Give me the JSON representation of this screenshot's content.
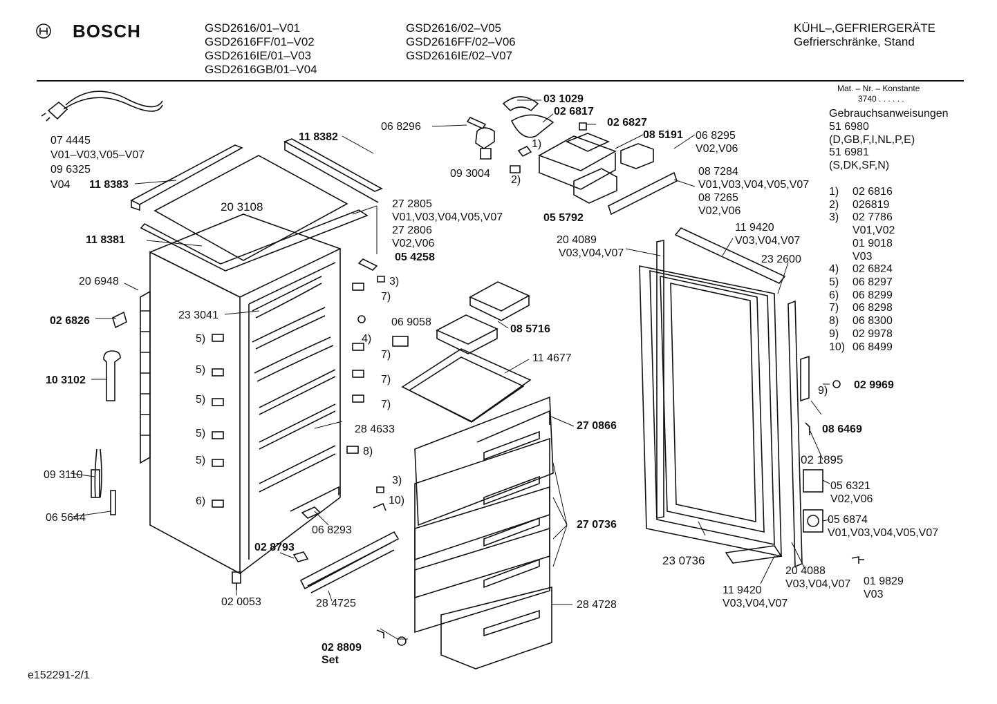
{
  "brand": "BOSCH",
  "models_col1": [
    "GSD2616/01–V01",
    "GSD2616FF/01–V02",
    "GSD2616IE/01–V03",
    "GSD2616GB/01–V04"
  ],
  "models_col2": [
    "GSD2616/02–V05",
    "GSD2616FF/02–V06",
    "GSD2616IE/02–V07"
  ],
  "category": [
    "KÜHL–,GEFRIERGERÄTE",
    "Gefrierschränke, Stand"
  ],
  "mat_header": "Mat. – Nr. – Konstante",
  "mat_value": "3740 . . . . . .",
  "manuals": [
    "Gebrauchsanweisungen",
    "51 6980",
    "(D,GB,F,I,NL,P,E)",
    "51 6981",
    "(S,DK,SF,N)"
  ],
  "legend": [
    {
      "n": "1)",
      "v": "02 6816"
    },
    {
      "n": "2)",
      "v": "026819"
    },
    {
      "n": "3)",
      "v": "02 7786"
    },
    {
      "n": "",
      "v": "V01,V02"
    },
    {
      "n": "",
      "v": "01 9018"
    },
    {
      "n": "",
      "v": "V03"
    },
    {
      "n": "4)",
      "v": "02 6824"
    },
    {
      "n": "5)",
      "v": "06 8297"
    },
    {
      "n": "6)",
      "v": "06 8299"
    },
    {
      "n": "7)",
      "v": "06 8298"
    },
    {
      "n": "8)",
      "v": "06 8300"
    },
    {
      "n": "9)",
      "v": "02 9978"
    },
    {
      "n": "10)",
      "v": "06 8499"
    }
  ],
  "labels": {
    "p074445": "07 4445",
    "v01v03": "V01–V03,V05–V07",
    "p096325": "09 6325",
    "v04a": "V04",
    "p118383": "11 8383",
    "p118382": "11 8382",
    "p203108": "20 3108",
    "p272805": "27 2805",
    "v272805": "V01,V03,V04,V05,V07",
    "p272806": "27 2806",
    "v272806": "V02,V06",
    "p118381": "11 8381",
    "p054258": "05 4258",
    "p206948": "20 6948",
    "p233041": "23 3041",
    "p026826": "02 6826",
    "p103102": "10 3102",
    "p093110": "09 3110",
    "p065644": "06 5644",
    "p028793": "02 8793",
    "p020053": "02 0053",
    "p284725": "28 4725",
    "p028809": "02 8809",
    "set": "Set",
    "p284633": "28 4633",
    "p068293": "06 8293",
    "p069058": "06 9058",
    "p085716": "08 5716",
    "p114677": "11 4677",
    "p270866": "27 0866",
    "p270736": "27 0736",
    "p284728": "28 4728",
    "p031029": "03 1029",
    "p026817": "02 6817",
    "p026827": "02 6827",
    "p068296": "06 8296",
    "p093004": "09 3004",
    "p085191": "08 5191",
    "p068295": "06 8295",
    "v068295": "V02,V06",
    "p087284": "08 7284",
    "v087284": "V01,V03,V04,V05,V07",
    "p087265": "08 7265",
    "v087265": "V02,V06",
    "p055792": "05 5792",
    "p204089": "20 4089",
    "v204089": "V03,V04,V07",
    "p119420a": "11 9420",
    "v119420a": "V03,V04,V07",
    "p232600": "23 2600",
    "p029969": "02 9969",
    "p086469": "08 6469",
    "p021895": "02 1895",
    "p056321": "05 6321",
    "v056321": "V02,V06",
    "p056874": "05 6874",
    "v056874": "V01,V03,V04,V05,V07",
    "p230736": "23 0736",
    "p119420b": "11 9420",
    "v119420b": "V03,V04,V07",
    "p204088": "20 4088",
    "v204088": "V03,V04,V07",
    "p019829": "01 9829",
    "v019829": "V03",
    "c1": "1)",
    "c2": "2)",
    "c3a": "3)",
    "c3b": "3)",
    "c4": "4)",
    "c5a": "5)",
    "c5b": "5)",
    "c5c": "5)",
    "c5d": "5)",
    "c5e": "5)",
    "c6": "6)",
    "c7a": "7)",
    "c7b": "7)",
    "c7c": "7)",
    "c7d": "7)",
    "c8": "8)",
    "c9": "9)",
    "c10": "10)"
  },
  "footer": "e152291-2/1"
}
